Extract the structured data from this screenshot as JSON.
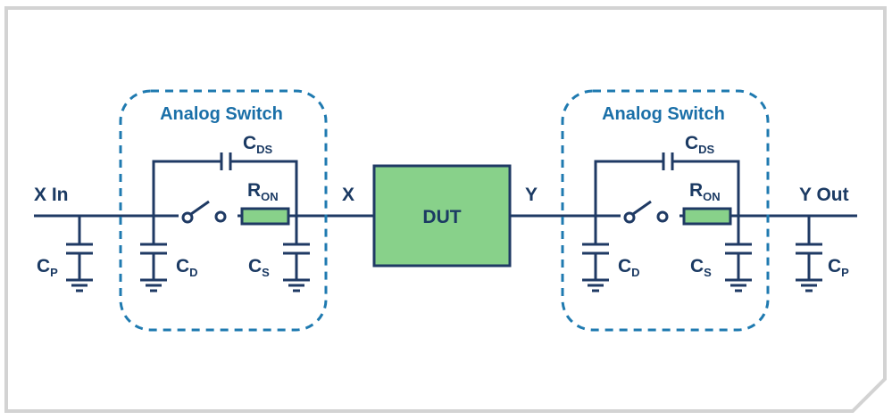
{
  "diagram": {
    "left_input_label": "X In",
    "right_output_label": "Y Out",
    "dut_label": "DUT",
    "node_x_label": "X",
    "node_y_label": "Y",
    "switches": [
      {
        "title": "Analog Switch",
        "cds": {
          "main": "C",
          "sub": "DS"
        },
        "ron": {
          "main": "R",
          "sub": "ON"
        },
        "cd": {
          "main": "C",
          "sub": "D"
        },
        "cs": {
          "main": "C",
          "sub": "S"
        }
      },
      {
        "title": "Analog Switch",
        "cds": {
          "main": "C",
          "sub": "DS"
        },
        "ron": {
          "main": "R",
          "sub": "ON"
        },
        "cd": {
          "main": "C",
          "sub": "D"
        },
        "cs": {
          "main": "C",
          "sub": "S"
        }
      }
    ],
    "cp_left": {
      "main": "C",
      "sub": "P"
    },
    "cp_right": {
      "main": "C",
      "sub": "P"
    },
    "colors": {
      "wire": "#1f3a64",
      "dashed_box": "#1f7ab0",
      "component_fill": "#88d18a",
      "frame": "#d3d3d3"
    }
  }
}
